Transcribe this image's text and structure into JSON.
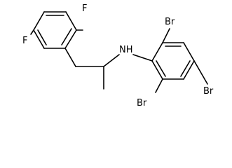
{
  "molecule": {
    "atoms": {
      "F1": "F",
      "F2": "F",
      "NH": "NH",
      "Br1": "Br",
      "Br2": "Br",
      "Br3": "Br"
    },
    "colors": {
      "bond": "#000000",
      "label": "#000000",
      "background": "#ffffff"
    }
  }
}
